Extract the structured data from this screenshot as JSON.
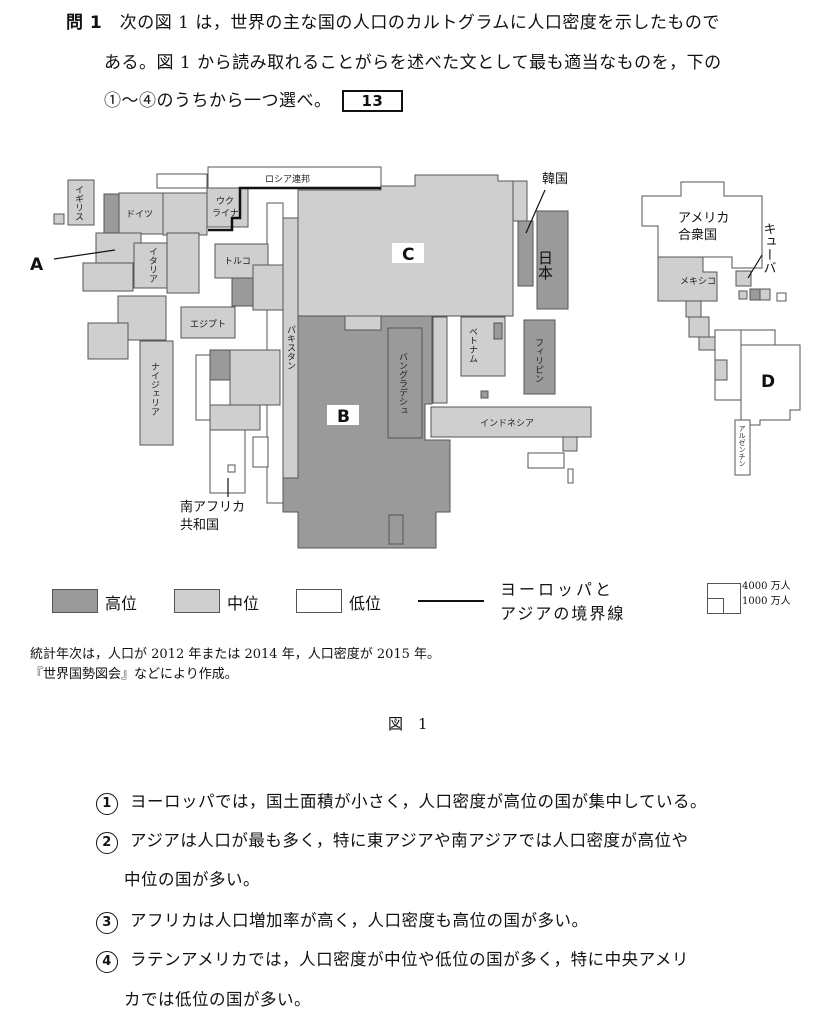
{
  "question": {
    "number": "問 1",
    "line1": "次の図 1 は，世界の主な国の人口のカルトグラムに人口密度を示したもので",
    "line2": "ある。図 1 から読み取れることがらを述べた文として最も適当なものを，下の",
    "line3": "①～④のうちから一つ選べ。",
    "answer_box": "13"
  },
  "map": {
    "labels": {
      "russia": "ロシア連邦",
      "uk": "イギリス",
      "germany": "ドイツ",
      "ukraine1": "ウク",
      "ukraine2": "ライナ",
      "italy": "イタリア",
      "turkey": "トルコ",
      "egypt": "エジプト",
      "nigeria": "ナイジェリア",
      "south_africa1": "南アフリカ",
      "south_africa2": "共和国",
      "pakistan": "パキスタン",
      "bangladesh": "バングラデシュ",
      "vietnam": "ベトナム",
      "philippines": "フィリピン",
      "indonesia": "インドネシア",
      "korea": "韓国",
      "japan": "日本",
      "usa1": "アメリカ",
      "usa2": "合衆国",
      "cuba": "キューバ",
      "mexico": "メキシコ",
      "argentina": "アルゼンチン"
    },
    "markers": {
      "a": "A",
      "b": "B",
      "c": "C",
      "d": "D"
    },
    "colors": {
      "high": "#9a9a9a",
      "mid": "#cfcfcf",
      "low": "#ffffff"
    }
  },
  "legend": {
    "high": "高位",
    "mid": "中位",
    "low": "低位",
    "border1": "ヨーロッパと",
    "border2": "アジアの境界線",
    "scale_large": "4000 万人",
    "scale_small": "1000 万人"
  },
  "notes": {
    "line1": "統計年次は，人口が 2012 年または 2014 年，人口密度が 2015 年。",
    "line2": "『世界国勢図会』などにより作成。"
  },
  "figure_caption": "図　1",
  "options": [
    {
      "num": "1",
      "text": "ヨーロッパでは，国土面積が小さく，人口密度が高位の国が集中している。"
    },
    {
      "num": "2",
      "text": "アジアは人口が最も多く，特に東アジアや南アジアでは人口密度が高位や",
      "cont": "中位の国が多い。"
    },
    {
      "num": "3",
      "text": "アフリカは人口増加率が高く，人口密度も高位の国が多い。"
    },
    {
      "num": "4",
      "text": "ラテンアメリカでは，人口密度が中位や低位の国が多く，特に中央アメリ",
      "cont": "カでは低位の国が多い。"
    }
  ]
}
